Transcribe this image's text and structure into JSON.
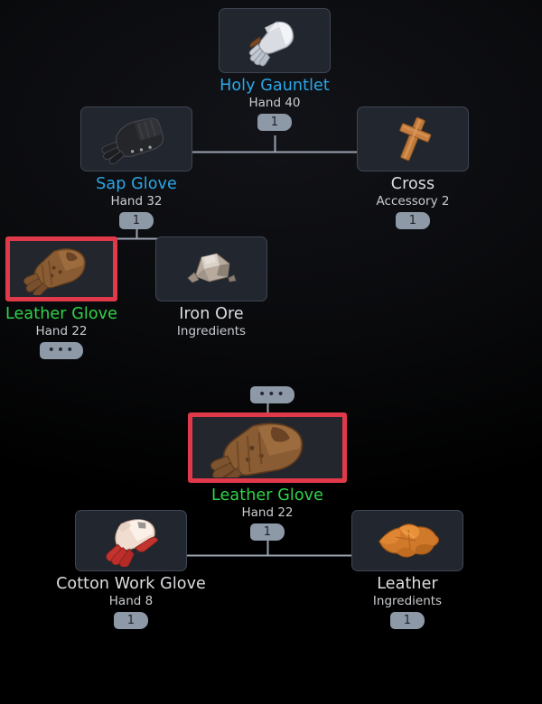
{
  "theme": {
    "background": "#000000",
    "card_bg": "#22262e",
    "card_border": "#3e4654",
    "selected_border": "#e0394a",
    "badge_bg": "#8e99a8",
    "wire": "#9aa3b0",
    "name_blue": "#29a8e8",
    "name_green": "#2fd44a",
    "name_white": "#dcdee1",
    "sub_text": "#c9ccd1"
  },
  "trees": [
    {
      "id": "holy-gauntlet-tree",
      "root": {
        "name": "Holy Gauntlet",
        "subtitle": "Hand 40",
        "badge": "1",
        "name_color": "blue",
        "icon": "gauntlet-icon",
        "selected": false
      },
      "level2": [
        {
          "name": "Sap Glove",
          "subtitle": "Hand 32",
          "badge": "1",
          "name_color": "blue",
          "icon": "black-glove-icon",
          "selected": false
        },
        {
          "name": "Cross",
          "subtitle": "Accessory 2",
          "badge": "1",
          "name_color": "white",
          "icon": "cross-icon",
          "selected": false
        }
      ],
      "level3": [
        {
          "name": "Leather Glove",
          "subtitle": "Hand 22",
          "badge": "•••",
          "badge_type": "dots",
          "name_color": "green",
          "icon": "leather-glove-icon",
          "selected": true
        },
        {
          "name": "Iron Ore",
          "subtitle": "Ingredients",
          "badge": "",
          "name_color": "white",
          "icon": "iron-ore-icon",
          "selected": false
        }
      ]
    },
    {
      "id": "leather-glove-tree",
      "top_badge": "•••",
      "root": {
        "name": "Leather Glove",
        "subtitle": "Hand 22",
        "badge": "1",
        "name_color": "green",
        "icon": "leather-glove-icon",
        "selected": true
      },
      "level2": [
        {
          "name": "Cotton Work Glove",
          "subtitle": "Hand 8",
          "badge": "1",
          "name_color": "white",
          "icon": "cotton-work-glove-icon",
          "selected": false
        },
        {
          "name": "Leather",
          "subtitle": "Ingredients",
          "badge": "1",
          "name_color": "white",
          "icon": "leather-icon",
          "selected": false
        }
      ]
    }
  ]
}
